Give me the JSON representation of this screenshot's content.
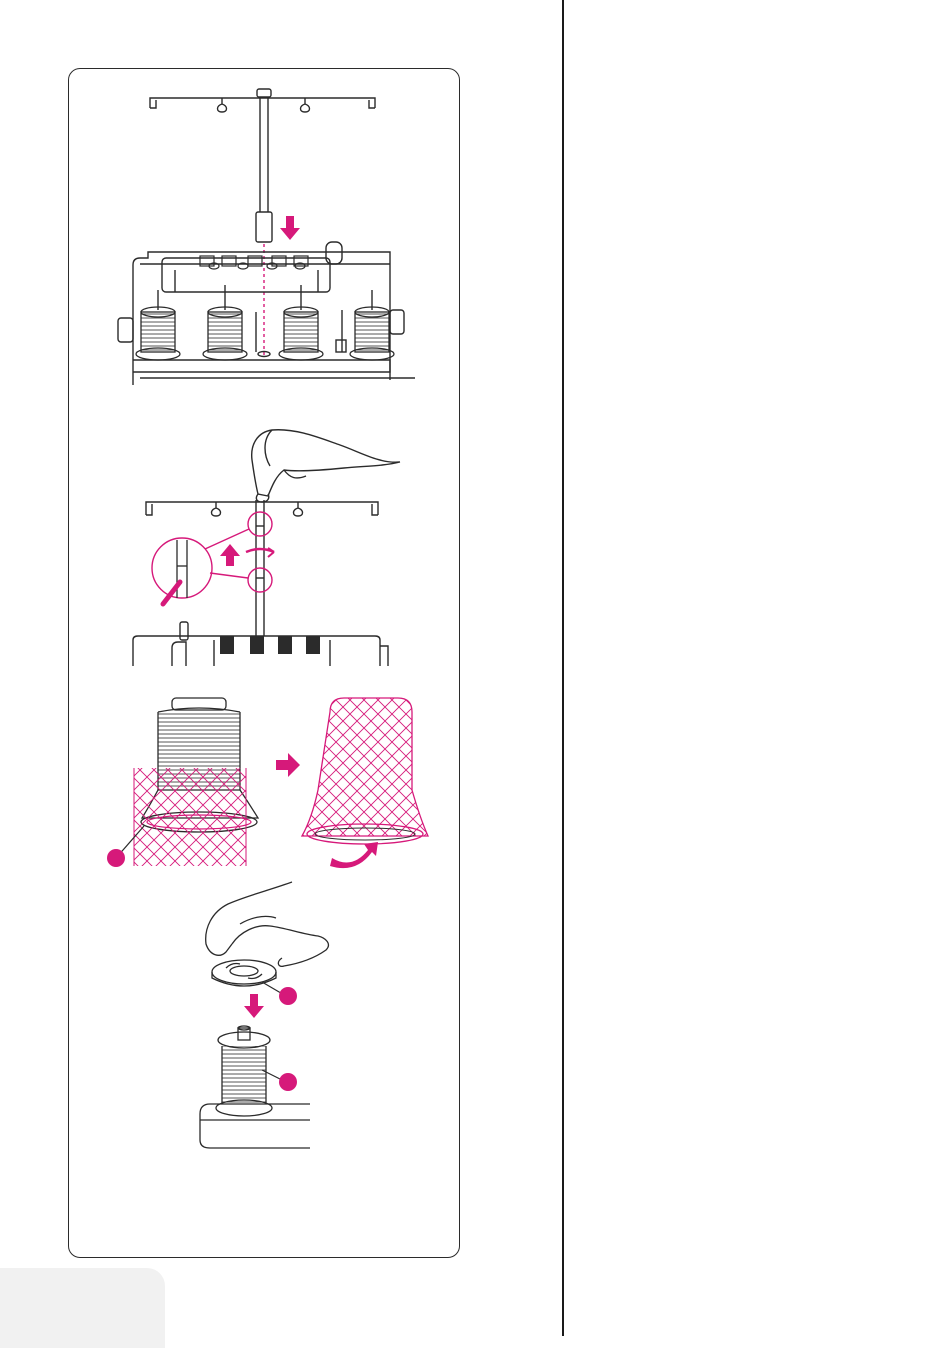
{
  "colors": {
    "accent": "#d6197a",
    "line": "#2b2b2b",
    "panel_border": "#2b2b2b",
    "page_tab": "#f1f1f1"
  },
  "figures": [
    {
      "name": "thread-stand-insert",
      "icon": "thread-stand-insert-illustration"
    },
    {
      "name": "thread-stand-extend",
      "icon": "thread-stand-extend-illustration"
    },
    {
      "name": "spool-net-apply",
      "icon": "spool-net-illustration"
    },
    {
      "name": "spool-cap-attach",
      "icon": "spool-cap-illustration"
    }
  ]
}
